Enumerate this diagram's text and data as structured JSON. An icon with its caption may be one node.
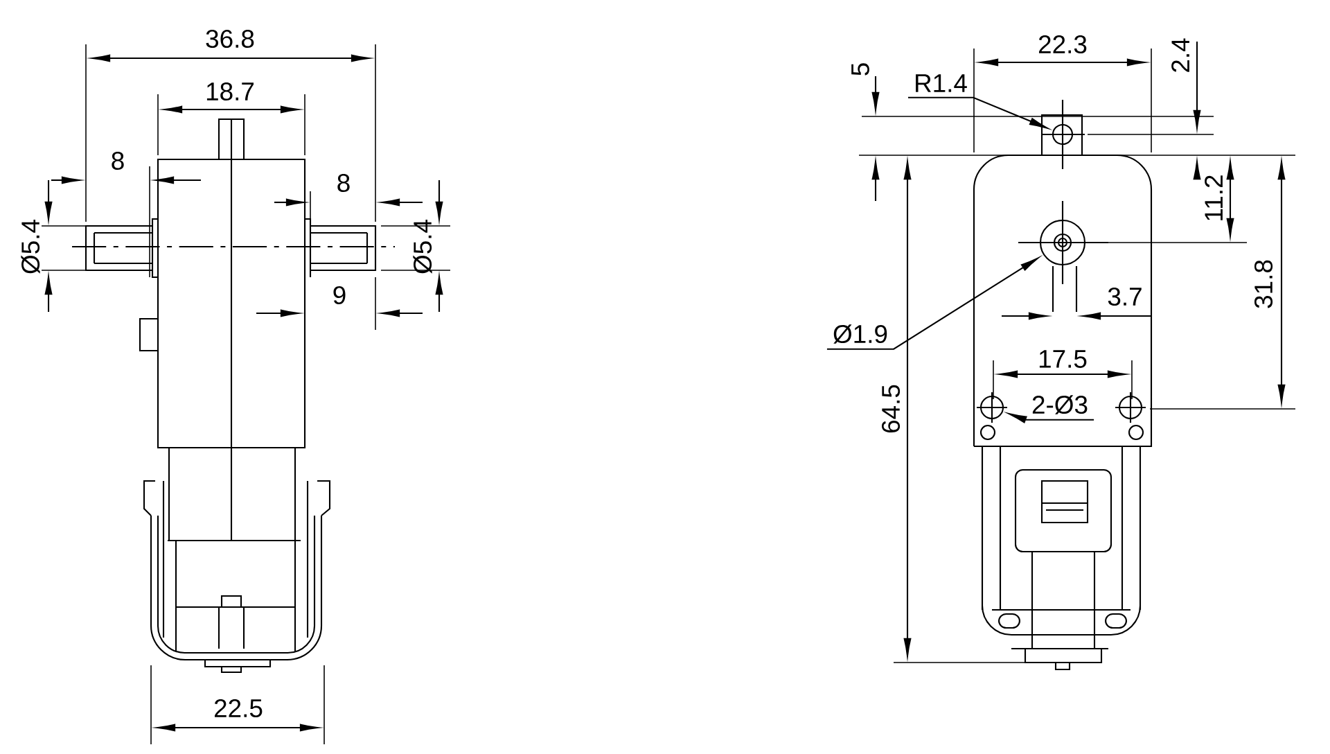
{
  "diagram": {
    "nodes": [
      {
        "text": [
          "R1.4"
        ]
      },
      {
        "text": [
          "Ø1.9"
        ]
      },
      {
        "text": [
          "2-Ø3"
        ]
      },
      {
        "text": [],
        "shape": "circle"
      },
      {
        "text": [],
        "shape": "circle"
      },
      {
        "text": [],
        "shape": "circle"
      }
    ],
    "edges": [
      {
        "from": 0,
        "to": 3,
        "arrow": "to"
      },
      {
        "from": 1,
        "to": 4,
        "arrow": "to"
      },
      {
        "from": 2,
        "to": 5,
        "arrow": "to"
      }
    ],
    "labels": [
      "36.8",
      "18.7",
      "8",
      "8",
      "Ø5.4",
      "Ø5.4",
      "9",
      "22.5",
      "5",
      "22.3",
      "2.4",
      "11.2",
      "31.8",
      "3.7",
      "17.5",
      "64.5"
    ]
  }
}
